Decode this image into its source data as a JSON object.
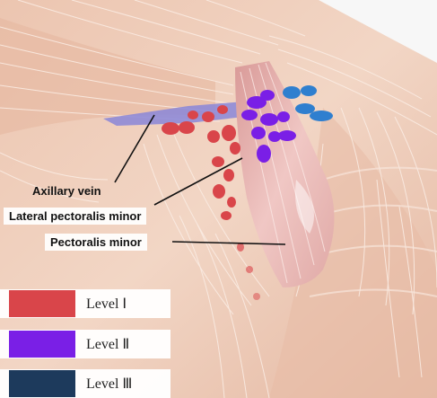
{
  "labels": {
    "axillary_vein": "Axillary vein",
    "lateral_pectoralis_minor": "Lateral pectoralis minor",
    "pectoralis_minor": "Pectoralis minor"
  },
  "legend": [
    {
      "label": "Level Ⅰ",
      "color": "#d9454a"
    },
    {
      "label": "Level Ⅱ",
      "color": "#7a1fe6"
    },
    {
      "label": "Level Ⅲ",
      "color": "#1d3a5c"
    }
  ],
  "colors": {
    "skin": "#f1d2bf",
    "muscle_line": "#ffffff",
    "vein": "#8a86d8",
    "level_1": "#d9454a",
    "level_2": "#7a1fe6",
    "level_3_nodes": "#2f7fcf",
    "pectoralis_minor": "#e9b3b0"
  }
}
